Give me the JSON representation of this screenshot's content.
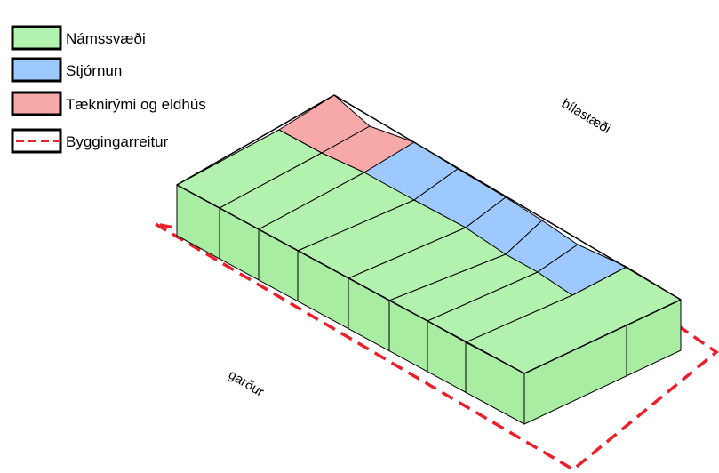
{
  "colors": {
    "study_area": "#b3f2ae",
    "study_area_side": "#a6ec9f",
    "administration": "#9ec9ff",
    "technical_kitchen": "#f7a8a8",
    "building_boundary": "#e8212b",
    "outline": "#000000"
  },
  "legend": {
    "items": [
      {
        "label": "Námssvæði",
        "swatch": "study_area"
      },
      {
        "label": "Stjórnun",
        "swatch": "administration"
      },
      {
        "label": "Tæknirými og eldhús",
        "swatch": "technical_kitchen"
      },
      {
        "label": "Byggingarreitur",
        "swatch": "building_boundary",
        "style": "dashed-line"
      }
    ]
  },
  "site_labels": {
    "parking": "bílastæði",
    "garden": "garður"
  }
}
